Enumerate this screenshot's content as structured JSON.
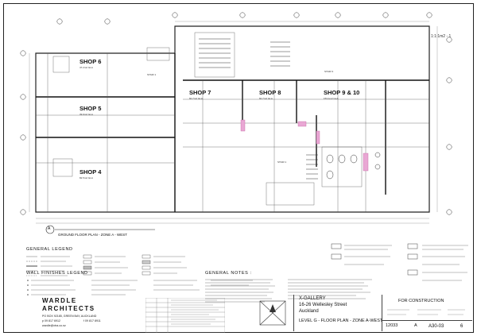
{
  "plan": {
    "shops": [
      {
        "name": "SHOP 6",
        "area": "47.2m2 GLA"
      },
      {
        "name": "SHOP 5",
        "area": "39.9m2 GLA"
      },
      {
        "name": "SHOP 4",
        "area": "82.5m2 GLA"
      },
      {
        "name": "SHOP 7",
        "area": "60.7m2 GLA"
      },
      {
        "name": "SHOP 8",
        "area": "60.7m2 GLA"
      },
      {
        "name": "SHOP 9 & 10",
        "area": "153.1m2 GLA"
      }
    ],
    "stairs": [
      "STAIR 1",
      "STAIR 3",
      "STAIR 1"
    ],
    "drawing_ref": "A",
    "drawing_title": "GROUND FLOOR PLAN - ZONE A - WEST",
    "dimension_note": "1:1:1m2 - 1"
  },
  "legends": {
    "general_legend_title": "GENERAL LEGEND",
    "wall_finishes_title": "WALL FINISHES LEGEND",
    "general_notes_title": "GENERAL NOTES :"
  },
  "architect": {
    "name_line1": "WARDLE",
    "name_line2": "ARCHITECTS",
    "address": "PO BOX 92185, GREEN BAY, AUCKLAND",
    "phone": "p 09 817 6912",
    "email": "wardle@xtra.co.nz",
    "fax": "f 09 817 8911"
  },
  "title_block": {
    "project": "X-GALLERY",
    "address_line1": "16-26 Wellesley Street",
    "address_line2": "Auckland",
    "sheet_title": "LEVEL G - FLOOR PLAN - ZONE A-WEST",
    "status": "FOR CONSTRUCTION",
    "job_no": "12033",
    "size": "A",
    "drawing_no": "A30-03",
    "revision": "6"
  }
}
